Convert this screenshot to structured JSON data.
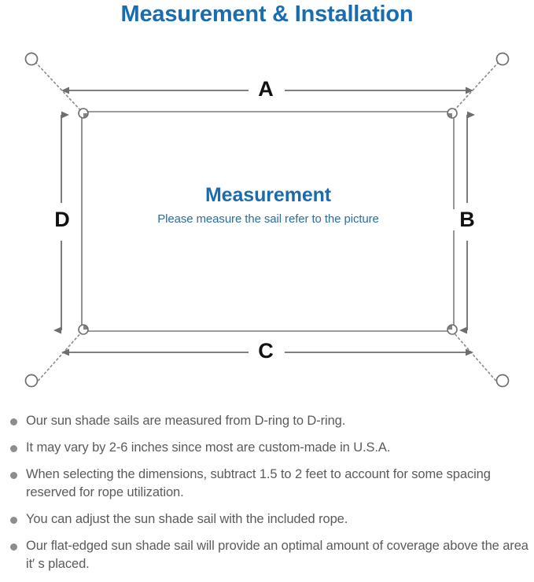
{
  "page": {
    "title": "Measurement & Installation",
    "background_color": "#ffffff",
    "accent_blue": "#1a6cb0",
    "subtitle_blue": "#2c6e9e",
    "body_gray": "#5b5b5b",
    "line_gray": "#6e6e6e"
  },
  "diagram": {
    "name": "sun-shade-sail-measurement-diagram",
    "sail_center": {
      "heading": "Measurement",
      "subheading": "Please measure the sail refer to the picture"
    },
    "dimension_labels": [
      {
        "id": "a",
        "label": "A",
        "orientation": "horizontal",
        "position": "top"
      },
      {
        "id": "b",
        "label": "B",
        "orientation": "vertical",
        "position": "right"
      },
      {
        "id": "c",
        "label": "C",
        "orientation": "horizontal",
        "position": "bottom"
      },
      {
        "id": "d",
        "label": "D",
        "orientation": "vertical",
        "position": "left"
      }
    ],
    "anchor_points": [
      {
        "id": "top-left",
        "icon": "d-ring-circle-icon"
      },
      {
        "id": "top-right",
        "icon": "d-ring-circle-icon"
      },
      {
        "id": "bottom-left",
        "icon": "d-ring-circle-icon"
      },
      {
        "id": "bottom-right",
        "icon": "d-ring-circle-icon"
      }
    ],
    "sail_corners": [
      {
        "id": "top-left",
        "icon": "grommet-icon"
      },
      {
        "id": "top-right",
        "icon": "grommet-icon"
      },
      {
        "id": "bottom-left",
        "icon": "grommet-icon"
      },
      {
        "id": "bottom-right",
        "icon": "grommet-icon"
      }
    ]
  },
  "notes": [
    "Our sun shade sails are measured from D-ring to D-ring.",
    "It may vary by 2-6 inches since most are custom-made in U.S.A.",
    "When selecting the dimensions, subtract 1.5 to 2 feet to account for some spacing reserved for rope utilization.",
    "You can adjust the sun shade sail with the included rope.",
    "Our flat-edged sun shade sail will provide an optimal amount of coverage above the area it′ s placed."
  ]
}
